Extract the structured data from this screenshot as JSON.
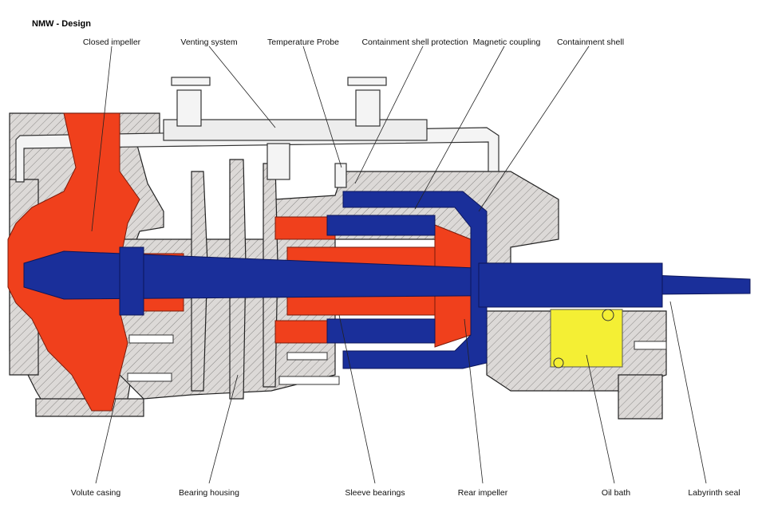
{
  "title": "NMW - Design",
  "labels_top": [
    "Closed impeller",
    "Venting system",
    "Temperature Probe",
    "Containment shell protection",
    "Magnetic coupling",
    "Containment shell"
  ],
  "labels_bottom": [
    "Volute casing",
    "Bearing housing",
    "Sleeve bearings",
    "Rear impeller",
    "Oil bath",
    "Labyrinth seal"
  ],
  "colors": {
    "red": "#f0401c",
    "blue": "#1a2f9a",
    "yellow": "#f4ef34",
    "grey": "#d9d6d4",
    "outline": "#222222"
  }
}
